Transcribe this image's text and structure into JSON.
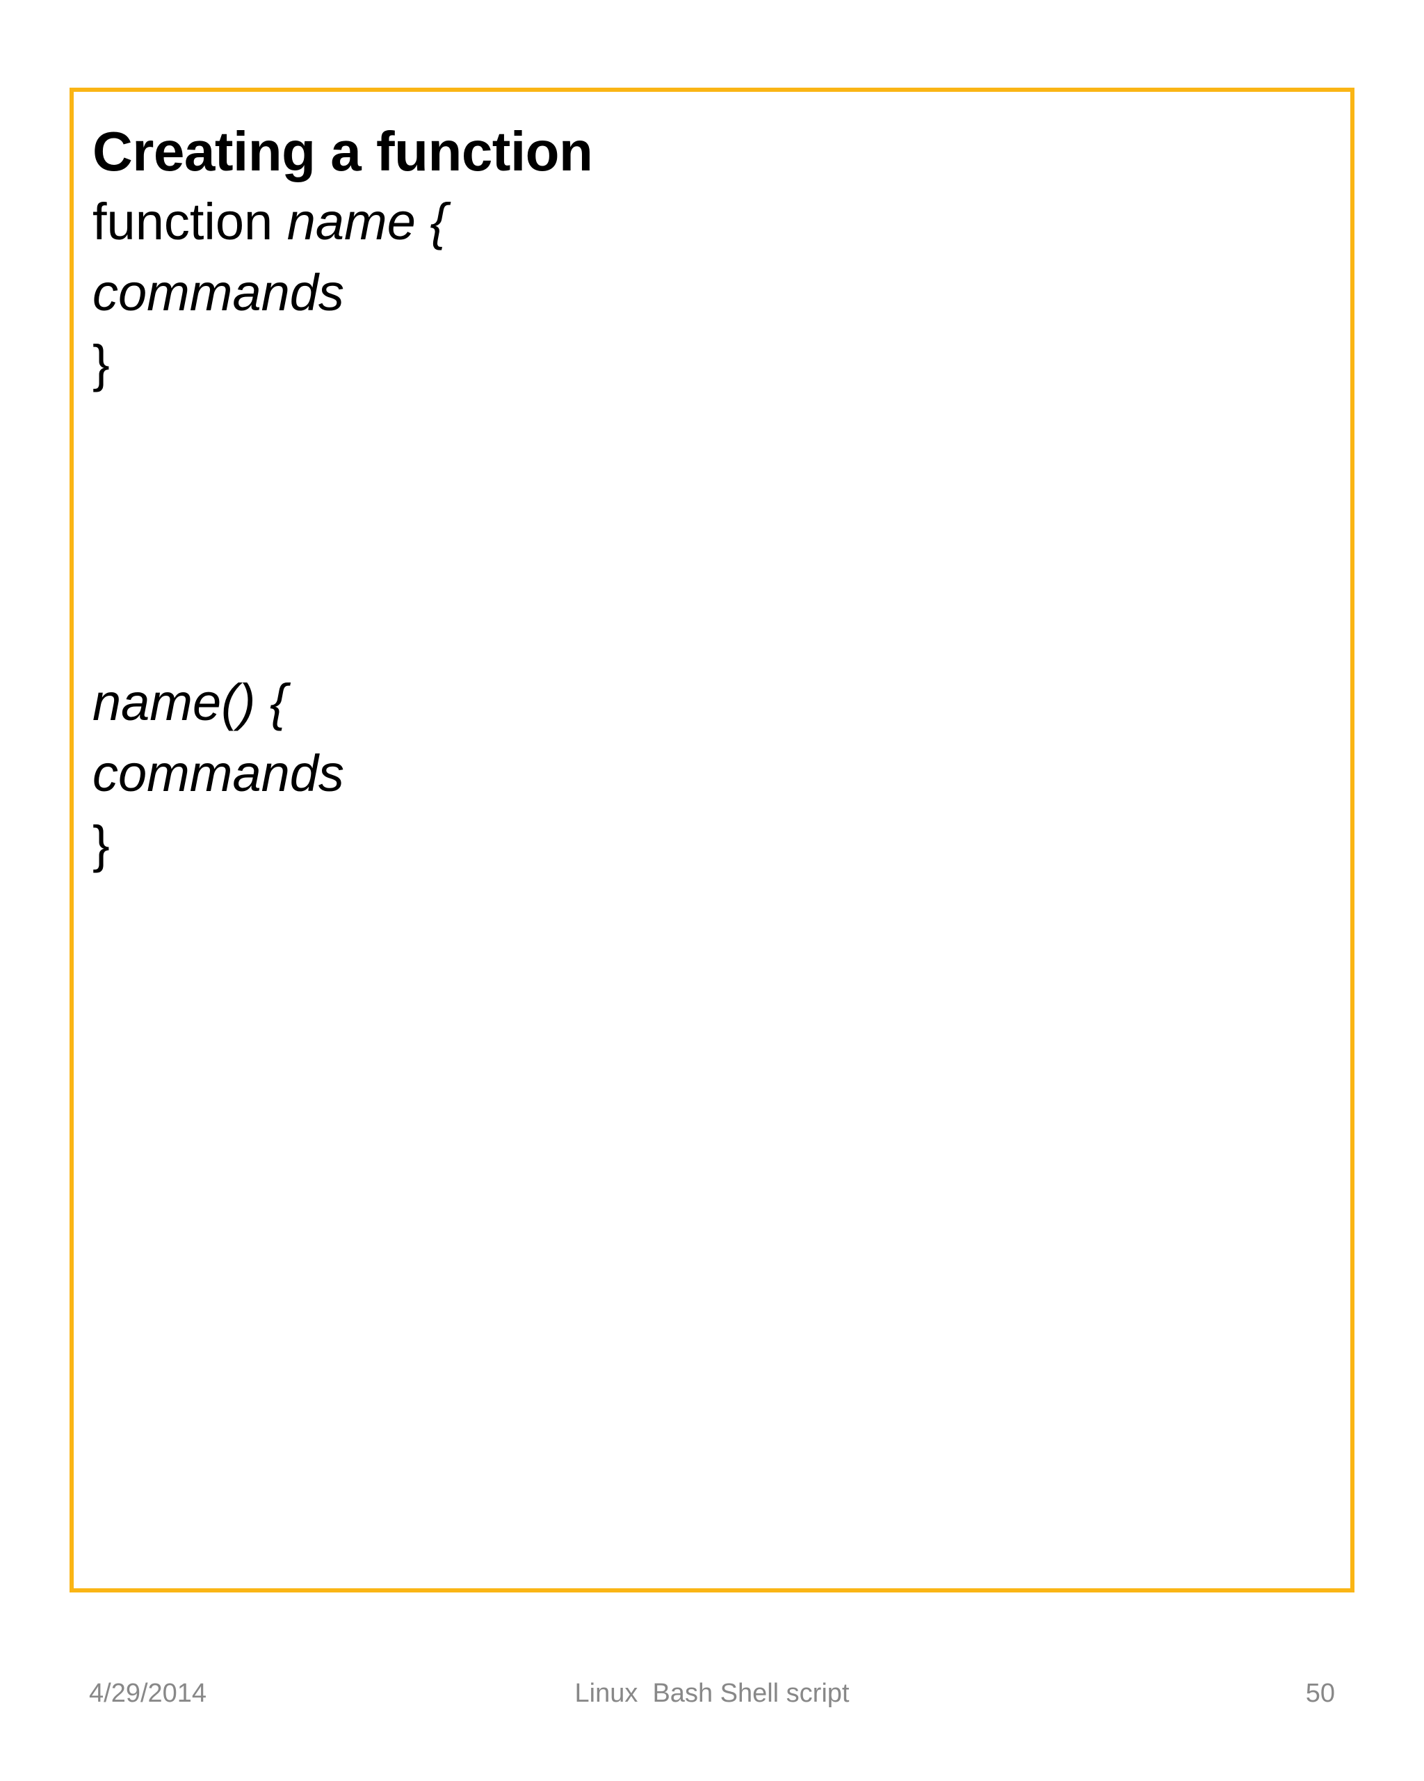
{
  "slide": {
    "title": "Creating a function",
    "accent_color": "#fab515",
    "text_color": "#000000",
    "background_color": "#ffffff",
    "blocks": [
      {
        "name": "function-keyword-syntax",
        "lines": [
          {
            "parts": [
              {
                "text": "function ",
                "style": "normal"
              },
              {
                "text": "name {",
                "style": "italic"
              }
            ]
          },
          {
            "parts": [
              {
                "text": "commands",
                "style": "italic"
              }
            ]
          },
          {
            "parts": [
              {
                "text": "}",
                "style": "normal"
              }
            ]
          }
        ]
      },
      {
        "name": "parenthesis-syntax",
        "lines": [
          {
            "parts": [
              {
                "text": "name() {",
                "style": "italic"
              }
            ]
          },
          {
            "parts": [
              {
                "text": "commands",
                "style": "italic"
              }
            ]
          },
          {
            "parts": [
              {
                "text": "}",
                "style": "normal"
              }
            ]
          }
        ]
      }
    ]
  },
  "footer": {
    "date": "4/29/2014",
    "center_text": "Linux  Bash Shell script",
    "page_number": "50",
    "color": "#888888"
  },
  "lines": {
    "b1_l1_normal": "function ",
    "b1_l1_italic": "name {",
    "b1_l2": "commands",
    "b1_l3": "}",
    "b2_l1": "name() {",
    "b2_l2": "commands",
    "b2_l3": "}"
  }
}
